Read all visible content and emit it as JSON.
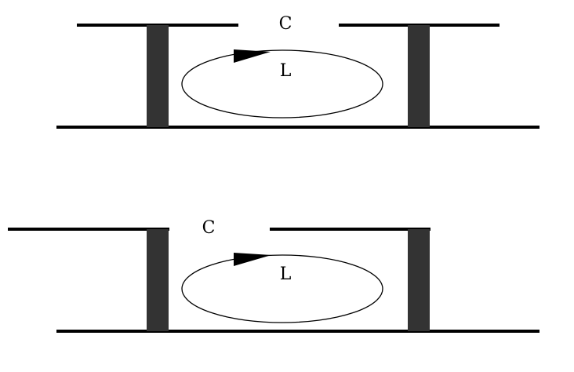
{
  "diagrams": [
    {
      "capacitor_label": "C",
      "inductor_label": "L"
    },
    {
      "capacitor_label": "C",
      "inductor_label": "L"
    }
  ]
}
